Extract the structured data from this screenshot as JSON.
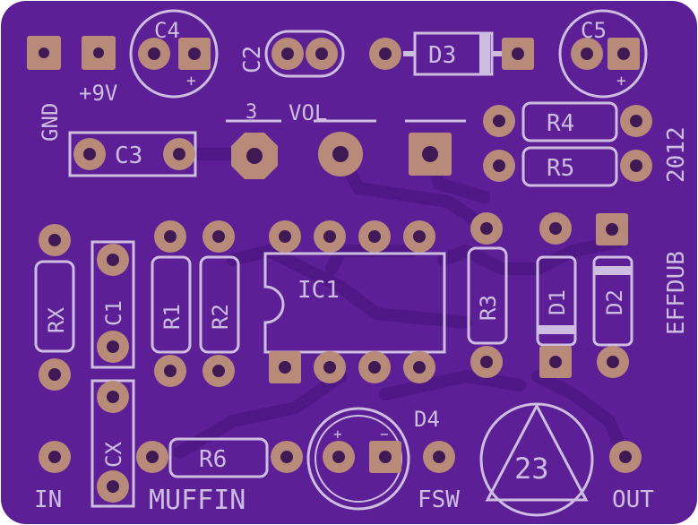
{
  "colors": {
    "board": "#5c1f96",
    "trace": "#4f1886",
    "silk": "#cdbde0",
    "pad": "#b78a7a",
    "hole": "#3f1a55"
  },
  "labels": {
    "c4": "C4",
    "c5": "C5",
    "c2": "C2",
    "d3": "D3",
    "gnd": "GND",
    "v9": "+9V",
    "c3": "C3",
    "three": "3",
    "vol": "VOL",
    "r4": "R4",
    "r5": "R5",
    "year": "2012",
    "effdub": "EFFDUB",
    "rx": "RX",
    "c1": "C1",
    "r1": "R1",
    "r2": "R2",
    "ic1": "IC1",
    "r3": "R3",
    "d1": "D1",
    "d2": "D2",
    "d4": "D4",
    "cx": "CX",
    "r6": "R6",
    "in": "IN",
    "muffin": "MUFFIN",
    "fsw": "FSW",
    "out": "OUT",
    "logo_num": "23",
    "plus": "+",
    "minus": "−"
  }
}
